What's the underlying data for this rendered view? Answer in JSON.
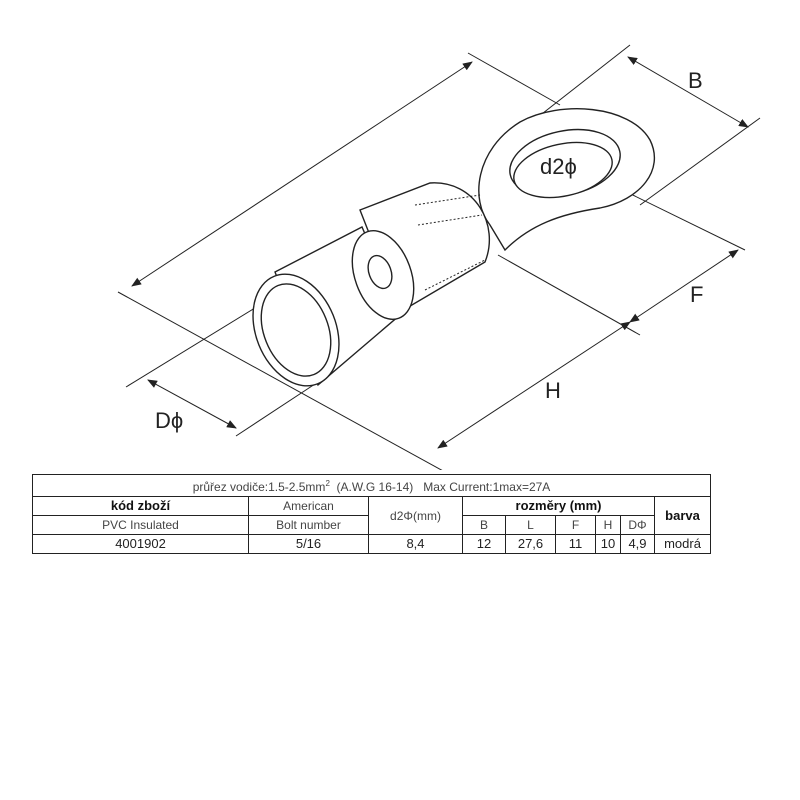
{
  "drawing": {
    "labels": {
      "B": "B",
      "F": "F",
      "H": "H",
      "D": "Dϕ",
      "d2": "d2ϕ"
    }
  },
  "table": {
    "title": "průřez vodiče:1.5-2.5mm",
    "title_sup": "2",
    "title_rest": "  (A.W.G 16-14)   Max Current:1max=27A",
    "headers": {
      "code": "kód zboží",
      "code_sub": "PVC Insulated",
      "american": "American",
      "bolt": "Bolt number",
      "d2": "d2Φ(mm)",
      "dims": "rozměry (mm)",
      "B": "B",
      "L": "L",
      "F": "F",
      "H": "H",
      "D": "DΦ",
      "color": "barva"
    },
    "rows": [
      {
        "code": "4001902",
        "bolt": "5/16",
        "d2": "8,4",
        "B": "12",
        "L": "27,6",
        "F": "11",
        "H": "10",
        "D": "4,9",
        "color": "modrá"
      }
    ]
  }
}
